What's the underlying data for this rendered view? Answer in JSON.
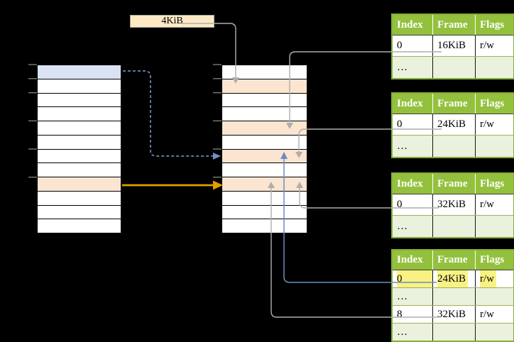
{
  "page_size_label": "4KiB",
  "colors": {
    "background": "#000000",
    "virtual_selected_row_blue": "#dae3f4",
    "used_frame_orange": "#fce5d0",
    "page_size_label_fill": "#fdeac5",
    "table_header_green": "#94c13d",
    "table_dots_row_green": "#eaf1dc",
    "table_border_green": "#86ac3a",
    "yellow_text_highlight": "#f9f184",
    "connector_gray": "#aeaeae",
    "connector_blue": "#6b8bc4",
    "connector_blue_dashed": "#7f9dd1",
    "connector_orange": "#dfa000"
  },
  "virtual_memory_column": {
    "row_count": 12,
    "blue_row_index": 0,
    "orange_row_index": 8
  },
  "physical_memory_column": {
    "row_count": 12,
    "orange_row_indexes": [
      1,
      4,
      6,
      8
    ]
  },
  "page_tables": [
    {
      "headers": [
        "Index",
        "Frame",
        "Flags"
      ],
      "rows": [
        {
          "index": "0",
          "frame": "16KiB",
          "flags": "r/w"
        },
        {
          "index": "…",
          "frame": "",
          "flags": ""
        }
      ]
    },
    {
      "headers": [
        "Index",
        "Frame",
        "Flags"
      ],
      "rows": [
        {
          "index": "0",
          "frame": "24KiB",
          "flags": "r/w"
        },
        {
          "index": "…",
          "frame": "",
          "flags": ""
        }
      ]
    },
    {
      "headers": [
        "Index",
        "Frame",
        "Flags"
      ],
      "rows": [
        {
          "index": "0",
          "frame": "32KiB",
          "flags": "r/w"
        },
        {
          "index": "…",
          "frame": "",
          "flags": ""
        }
      ]
    },
    {
      "headers": [
        "Index",
        "Frame",
        "Flags"
      ],
      "rows": [
        {
          "index": "0",
          "frame": "24KiB",
          "flags": "r/w",
          "highlighted": true
        },
        {
          "index": "…",
          "frame": "",
          "flags": ""
        },
        {
          "index": "8",
          "frame": "32KiB",
          "flags": "r/w"
        },
        {
          "index": "…",
          "frame": "",
          "flags": ""
        }
      ]
    }
  ]
}
